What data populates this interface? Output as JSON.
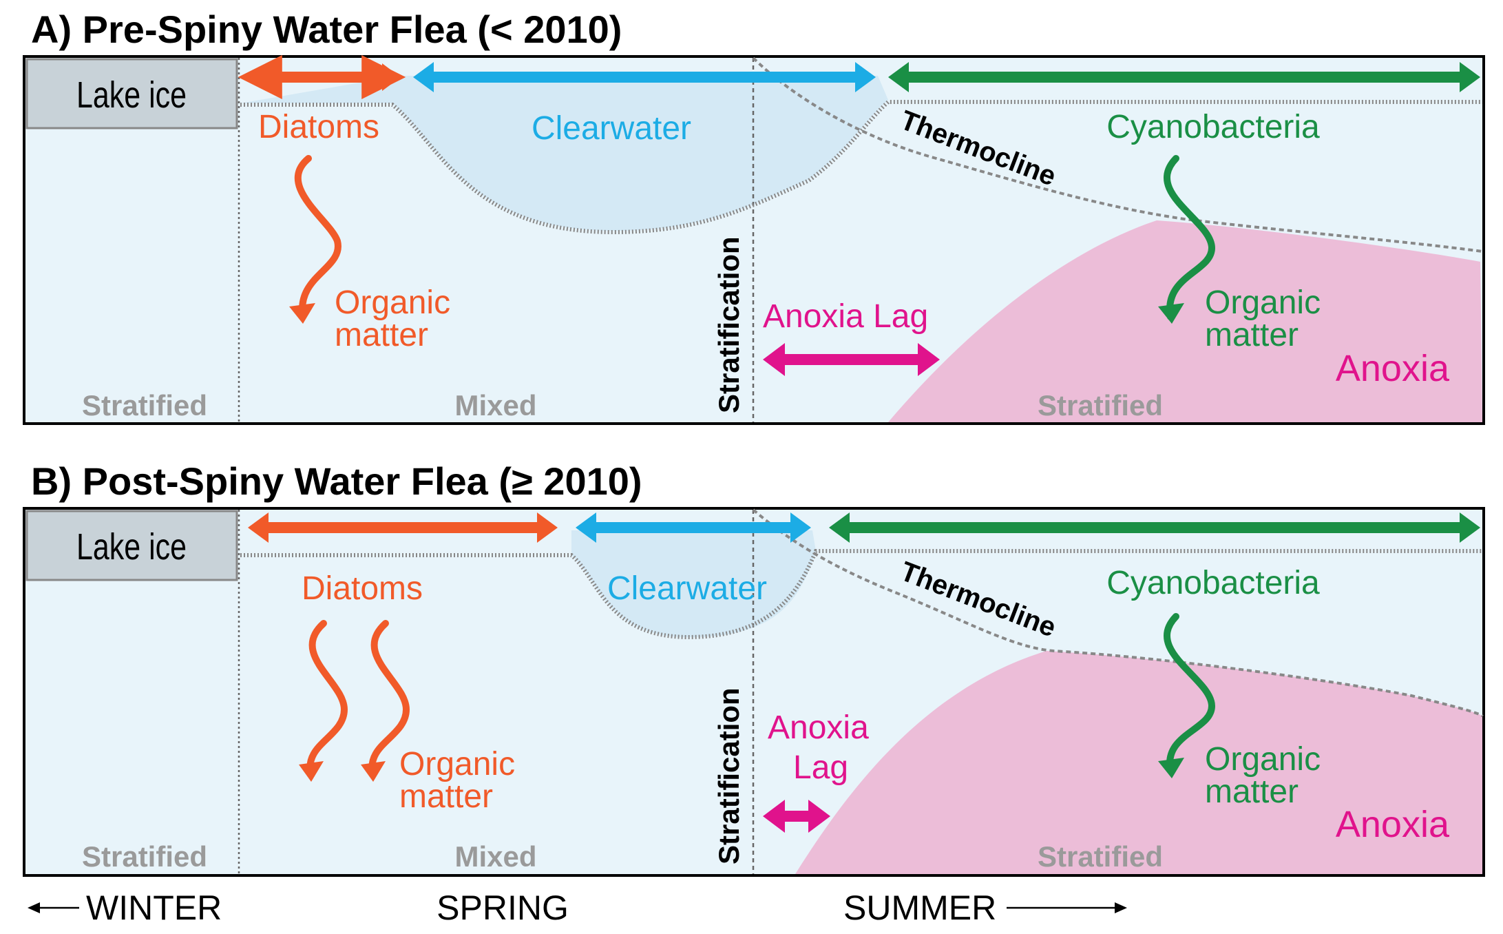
{
  "panel_a": {
    "title": "A) Pre-Spiny Water Flea (< 2010)",
    "lake_ice": "Lake ice",
    "diatoms": "Diatoms",
    "clearwater": "Clearwater",
    "cyanobacteria": "Cyanobacteria",
    "thermocline": "Thermocline",
    "stratification": "Stratification",
    "anoxia_lag": "Anoxia Lag",
    "anoxia": "Anoxia",
    "organic_matter_1": "Organic",
    "organic_matter_2": "matter",
    "phase_stratified_winter": "Stratified",
    "phase_mixed": "Mixed",
    "phase_stratified_summer": "Stratified"
  },
  "panel_b": {
    "title": "B) Post-Spiny Water Flea (≥ 2010)",
    "lake_ice": "Lake ice",
    "diatoms": "Diatoms",
    "clearwater": "Clearwater",
    "cyanobacteria": "Cyanobacteria",
    "thermocline": "Thermocline",
    "stratification": "Stratification",
    "anoxia_lag_1": "Anoxia",
    "anoxia_lag_2": "Lag",
    "anoxia": "Anoxia",
    "organic_matter_1": "Organic",
    "organic_matter_2": "matter",
    "phase_stratified_winter": "Stratified",
    "phase_mixed": "Mixed",
    "phase_stratified_summer": "Stratified"
  },
  "seasons": {
    "winter": "WINTER",
    "spring": "SPRING",
    "summer": "SUMMER"
  },
  "colors": {
    "diatoms": "#f15a29",
    "clearwater": "#1cace5",
    "cyanobacteria": "#1a8f45",
    "anoxia": "#e0138c",
    "anoxia_fill": "#ecbdd8",
    "water": "#e8f4fa",
    "clearwater_fill": "#d4e9f5",
    "ice": "#c8d2d8"
  }
}
